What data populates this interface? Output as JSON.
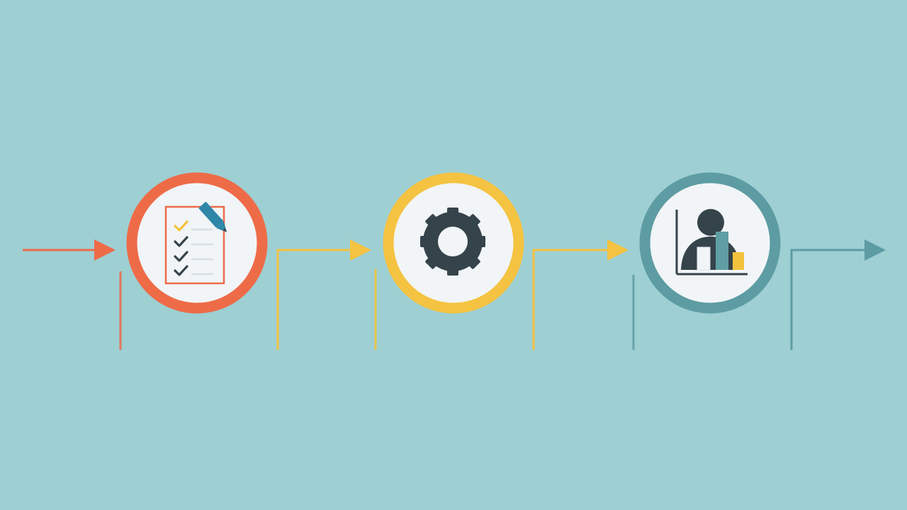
{
  "background": "#9dcfd3",
  "stages": [
    {
      "name": "checklist",
      "icon": "checklist-pencil-icon",
      "ring_color": "#ee6b48",
      "fill_color": "#f1f5f7"
    },
    {
      "name": "process",
      "icon": "gear-icon",
      "ring_color": "#f5c342",
      "fill_color": "#f1f5f7"
    },
    {
      "name": "results",
      "icon": "person-bar-chart-icon",
      "ring_color": "#5d9ca3",
      "fill_color": "#f1f5f7"
    }
  ],
  "connectors": [
    {
      "name": "entry",
      "color": "#ee6b48"
    },
    {
      "name": "checklist-to-process",
      "color": "#f5c342"
    },
    {
      "name": "process-to-results",
      "color": "#f5c342"
    },
    {
      "name": "exit",
      "color": "#5d9ca3"
    }
  ],
  "icon_colors": {
    "dark": "#35434b",
    "accent_yellow": "#f3c23c",
    "accent_blue": "#2f87a8",
    "accent_teal": "#5f9ea3",
    "line_gray": "#d8dee2",
    "paper_border": "#ee6b48"
  }
}
